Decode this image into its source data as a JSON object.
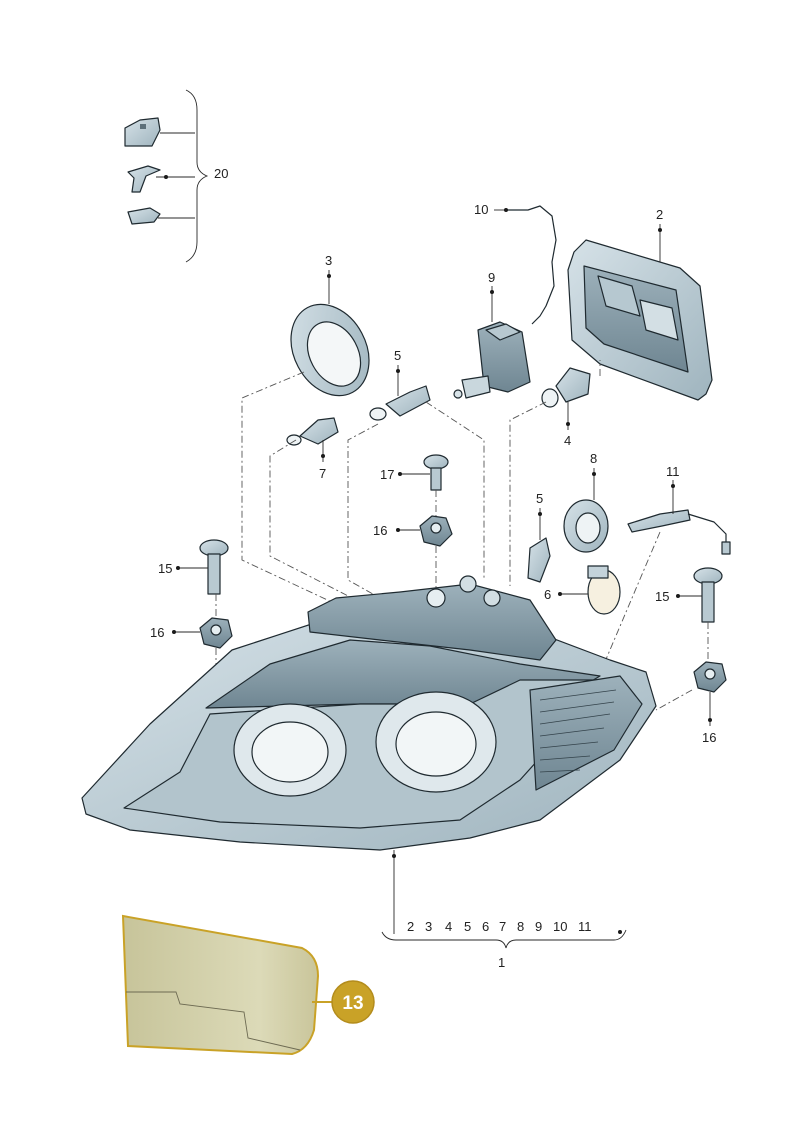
{
  "callouts": {
    "c20": "20",
    "c10": "10",
    "c2": "2",
    "c3": "3",
    "c9": "9",
    "c5a": "5",
    "c7": "7",
    "c4": "4",
    "c17": "17",
    "c8": "8",
    "c11": "11",
    "c16a": "16",
    "c5b": "5",
    "c15a": "15",
    "c6": "6",
    "c15b": "15",
    "c16b": "16",
    "c16c": "16",
    "c1": "1"
  },
  "bracket_numbers": [
    "2",
    "3",
    "4",
    "5",
    "6",
    "7",
    "8",
    "9",
    "10",
    "11"
  ],
  "badge": {
    "label": "13",
    "color": "#c9a227"
  },
  "colors": {
    "part_fill": "#c5d5dd",
    "part_shadow": "#8ea3ad",
    "highlight_panel": "#d3d0a8",
    "panel_border": "#c9a227"
  }
}
